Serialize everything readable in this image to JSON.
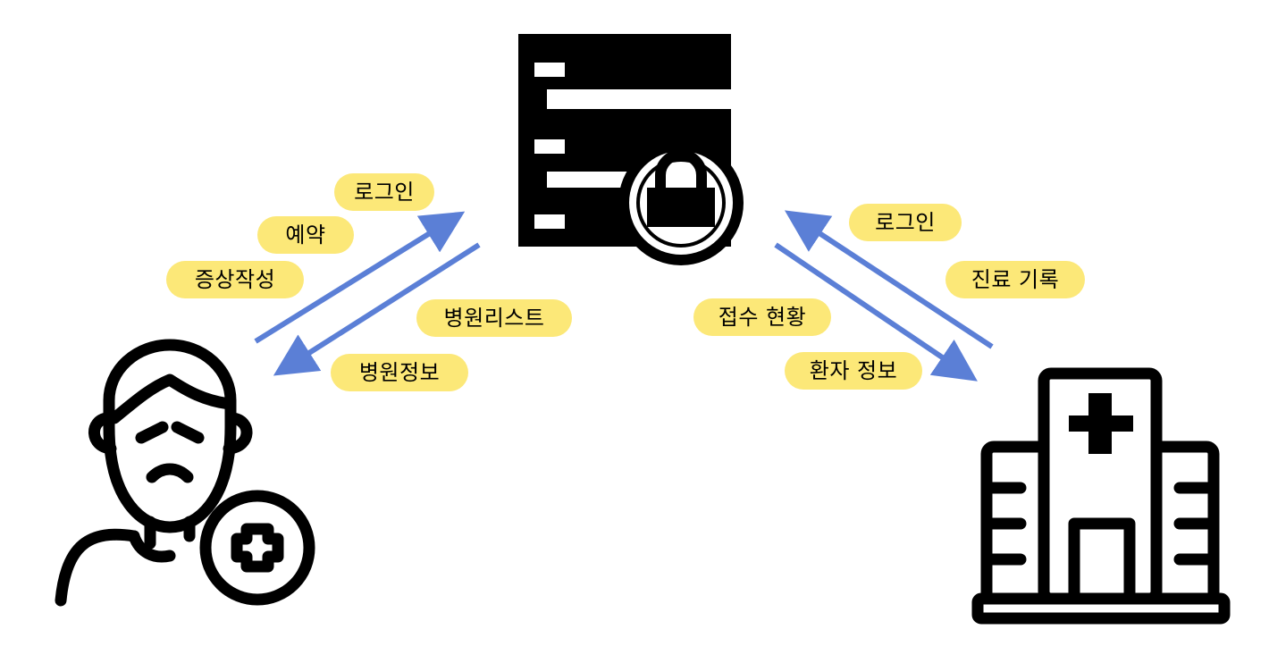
{
  "colors": {
    "arrow": "#5b7fd6",
    "label_fill": "#fce878",
    "icon": "#000000",
    "background": "#ffffff"
  },
  "nodes": {
    "server": {
      "icon": "secure-server-icon"
    },
    "patient": {
      "icon": "sick-patient-icon"
    },
    "hospital": {
      "icon": "hospital-building-icon"
    }
  },
  "patient_to_server": {
    "labels": [
      "로그인",
      "예약",
      "증상작성"
    ]
  },
  "server_to_patient": {
    "labels": [
      "병원리스트",
      "병원정보"
    ]
  },
  "server_to_hospital": {
    "labels": [
      "접수 현황",
      "환자 정보"
    ]
  },
  "hospital_to_server": {
    "labels": [
      "로그인",
      "진료 기록"
    ]
  }
}
